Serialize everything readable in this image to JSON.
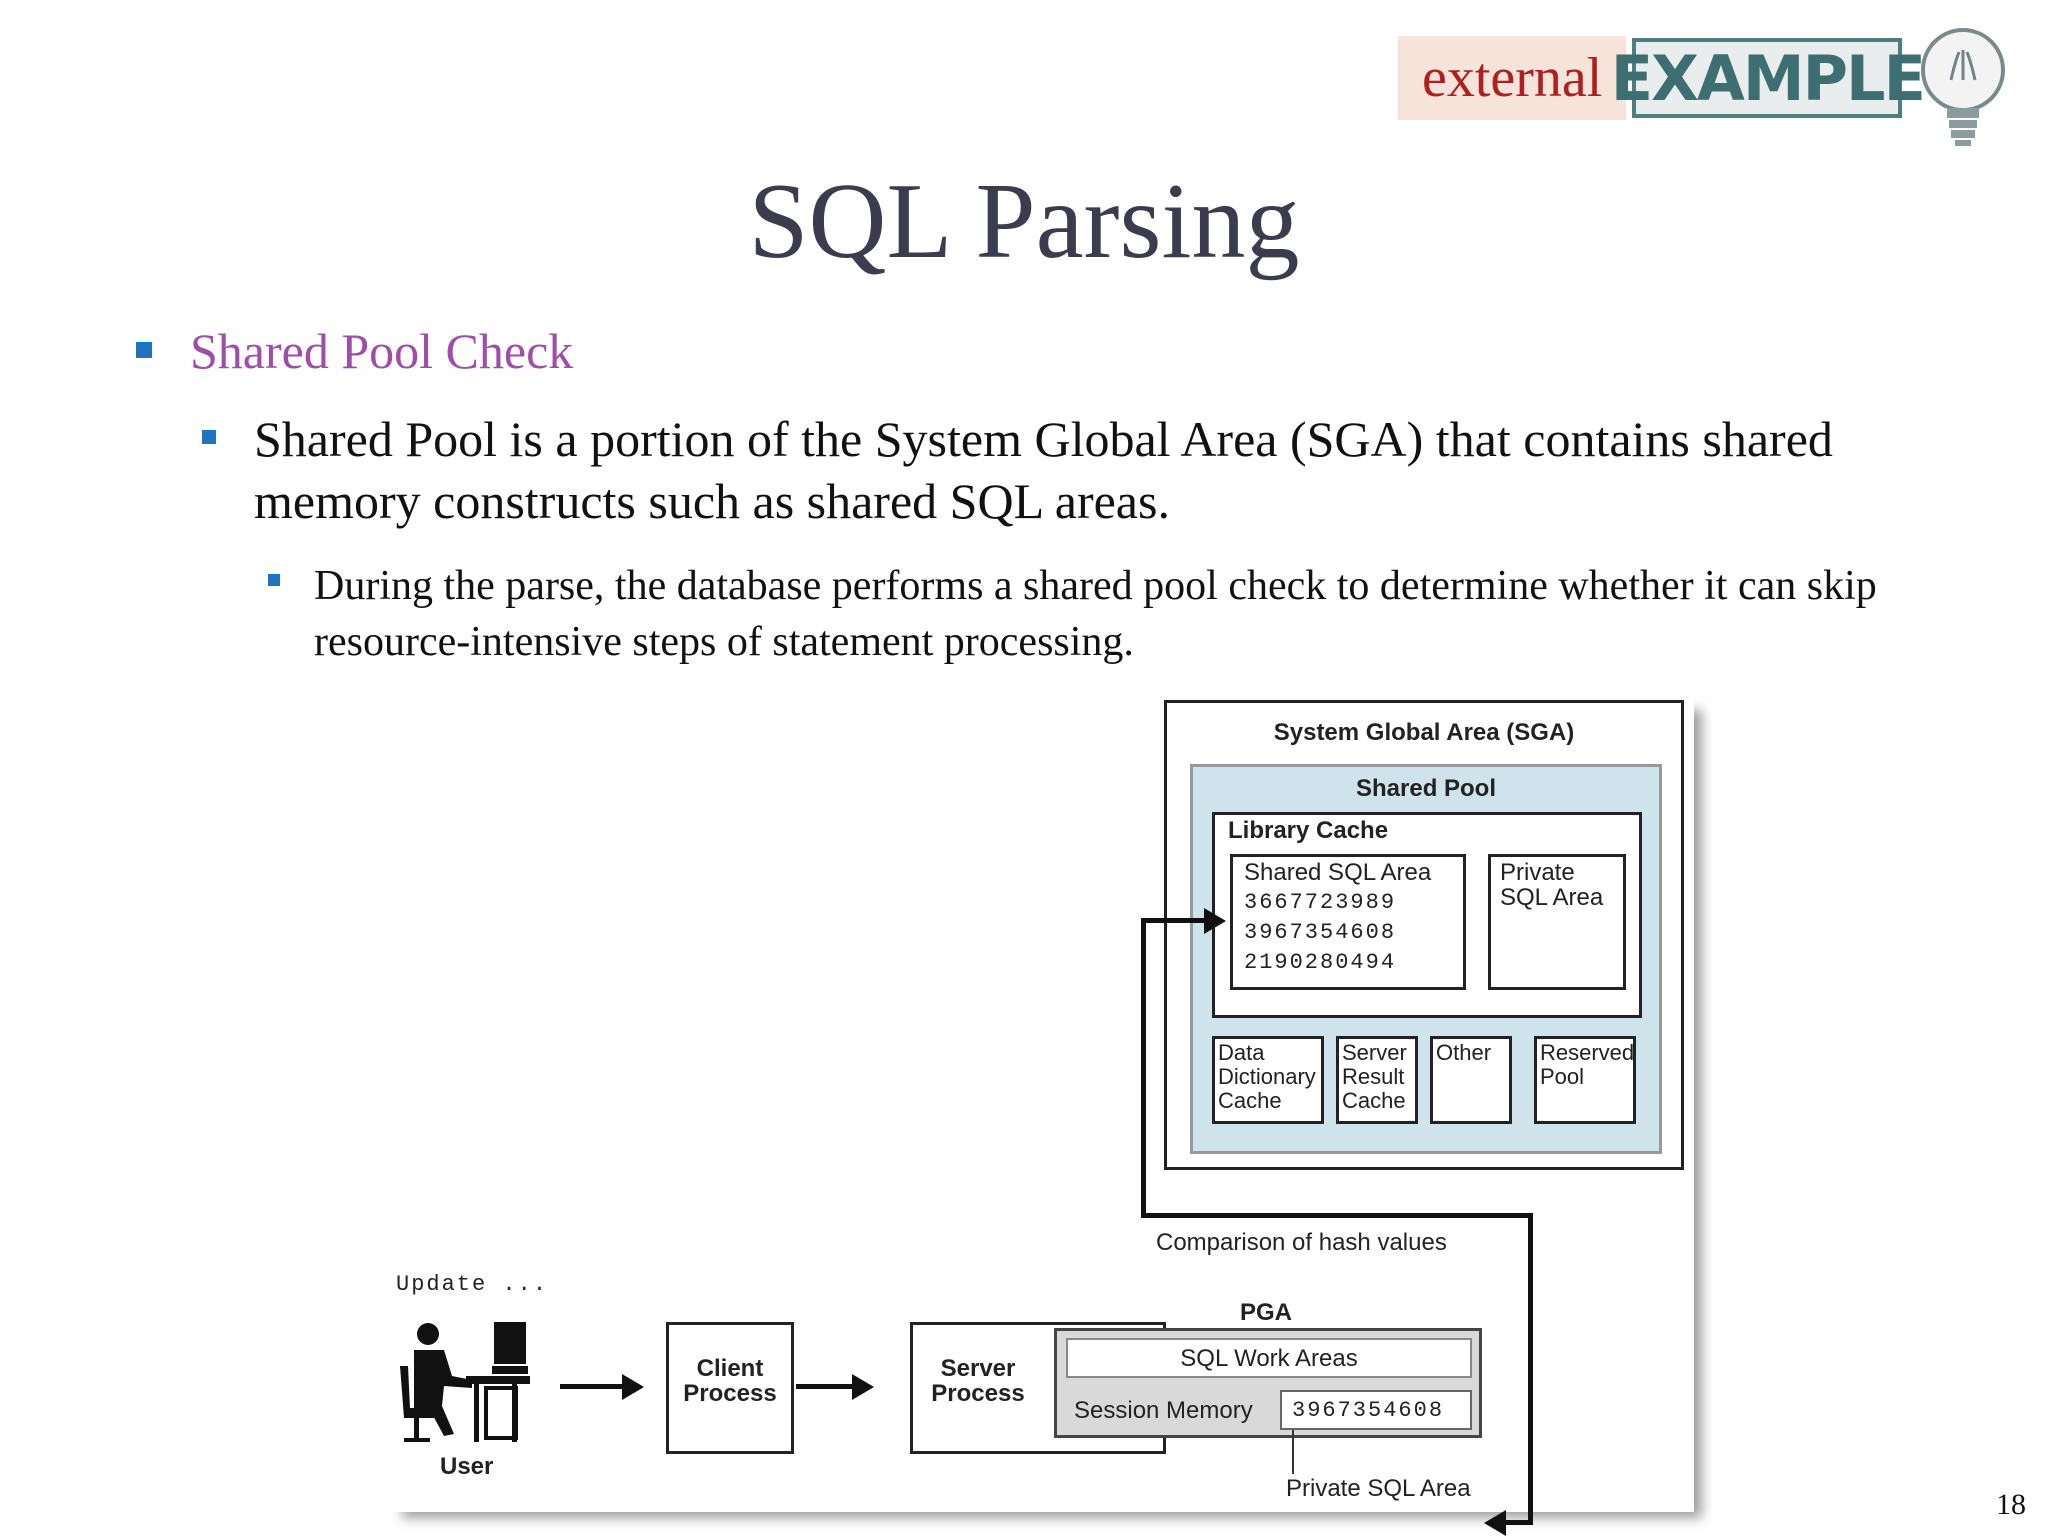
{
  "badge": {
    "external_label": "external",
    "example_label": "EXAMPLE",
    "icon": "lightbulb-icon"
  },
  "slide": {
    "title": "SQL Parsing",
    "bullets": [
      {
        "level": 1,
        "text": "Shared Pool Check"
      },
      {
        "level": 2,
        "text": "Shared Pool is a portion of the System Global Area (SGA) that contains shared memory constructs such as shared SQL areas."
      },
      {
        "level": 3,
        "text": "During the parse, the database performs a shared pool check to determine whether it can skip resource-intensive steps of statement processing."
      }
    ],
    "page_number": "18"
  },
  "diagram": {
    "sga": "System Global Area (SGA)",
    "shared_pool": "Shared Pool",
    "library_cache": "Library Cache",
    "shared_sql_area": "Shared SQL Area",
    "hash_values": [
      "3667723989",
      "3967354608",
      "2190280494"
    ],
    "private_sql_area_sga": [
      "Private",
      "SQL Area"
    ],
    "data_dictionary_cache": [
      "Data",
      "Dictionary",
      "Cache"
    ],
    "server_result_cache": [
      "Server",
      "Result",
      "Cache"
    ],
    "other": "Other",
    "reserved_pool": [
      "Reserved",
      "Pool"
    ],
    "comparison_label": "Comparison of hash values",
    "update_label": "Update ...",
    "user_label": "User",
    "client_process": [
      "Client",
      "Process"
    ],
    "server_process": [
      "Server",
      "Process"
    ],
    "pga": "PGA",
    "sql_work_areas": "SQL Work Areas",
    "session_memory": "Session Memory",
    "pga_hash": "3967354608",
    "private_sql_area_pga": "Private SQL Area"
  }
}
